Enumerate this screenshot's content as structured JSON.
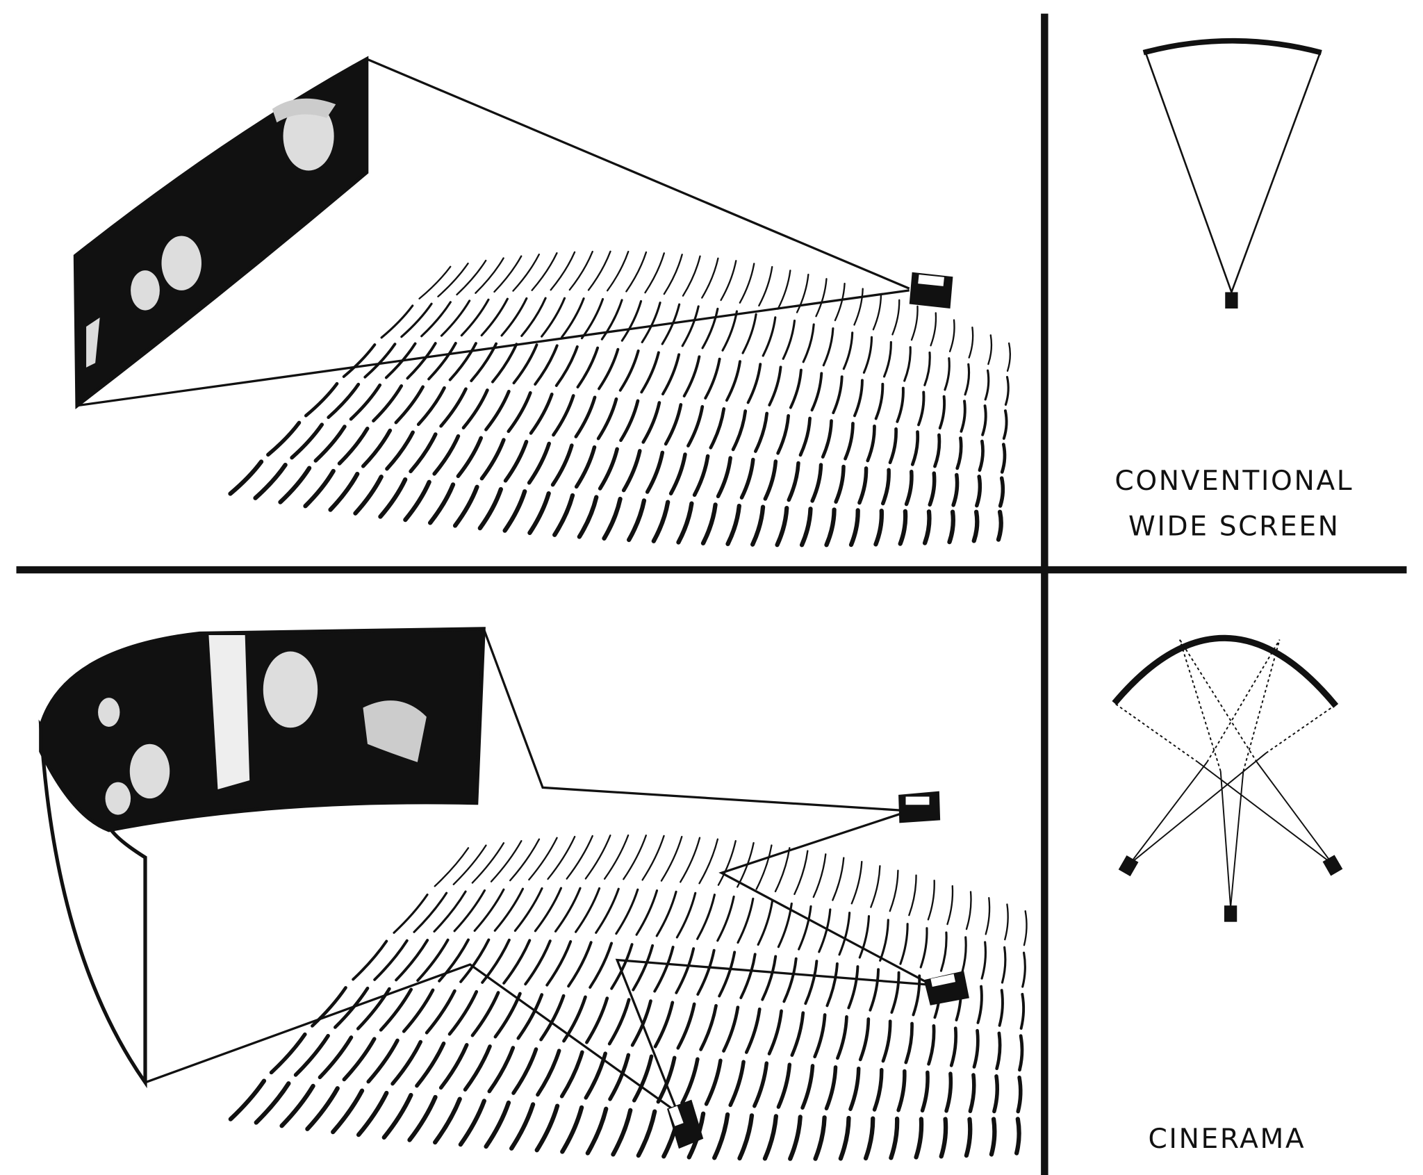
{
  "labels": {
    "conventional_line1": "CONVENTIONAL",
    "conventional_line2": "WIDE SCREEN",
    "cinerama": "CINERAMA"
  },
  "colors": {
    "ink": "#111111",
    "paper": "#ffffff"
  }
}
